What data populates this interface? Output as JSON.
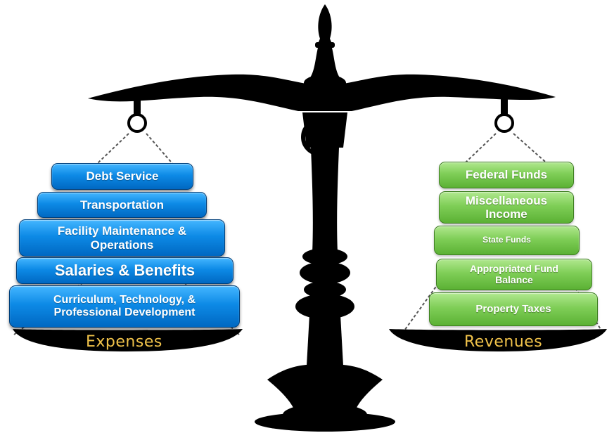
{
  "expenses": {
    "label": "Expenses",
    "items": [
      {
        "lines": [
          "Debt Service"
        ]
      },
      {
        "lines": [
          "Transportation"
        ]
      },
      {
        "lines": [
          "Facility Maintenance &",
          "Operations"
        ]
      },
      {
        "lines": [
          "Salaries & Benefits"
        ]
      },
      {
        "lines": [
          "Curriculum, Technology, &",
          "Professional Development"
        ]
      }
    ]
  },
  "revenues": {
    "label": "Revenues",
    "items": [
      {
        "lines": [
          "Federal Funds"
        ]
      },
      {
        "lines": [
          "Miscellaneous",
          "Income"
        ]
      },
      {
        "lines": [
          "State Funds"
        ]
      },
      {
        "lines": [
          "Appropriated Fund",
          "Balance"
        ]
      },
      {
        "lines": [
          "Property Taxes"
        ]
      }
    ]
  },
  "colors": {
    "expense_blocks": "#0d8ae6",
    "revenue_blocks": "#7fce57",
    "pan_label": "#f0c24a",
    "scale": "#000000"
  }
}
